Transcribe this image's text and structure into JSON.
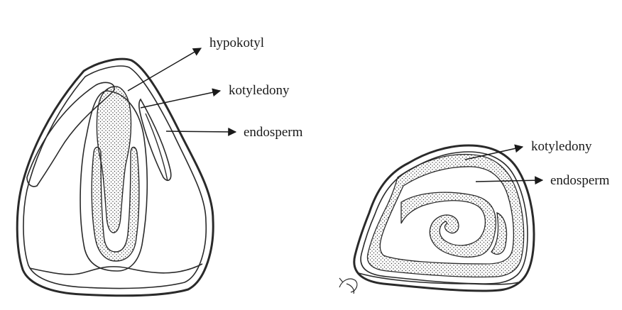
{
  "labels": {
    "left_hypocotyl": "hypokotyl",
    "left_cotyledons": "kotyledony",
    "left_endosperm": "endosperm",
    "right_cotyledons": "kotyledony",
    "right_endosperm": "endosperm"
  },
  "colors": {
    "line": "#2a2a2a",
    "stipple": "#3a3a3a",
    "background": "#ffffff"
  }
}
